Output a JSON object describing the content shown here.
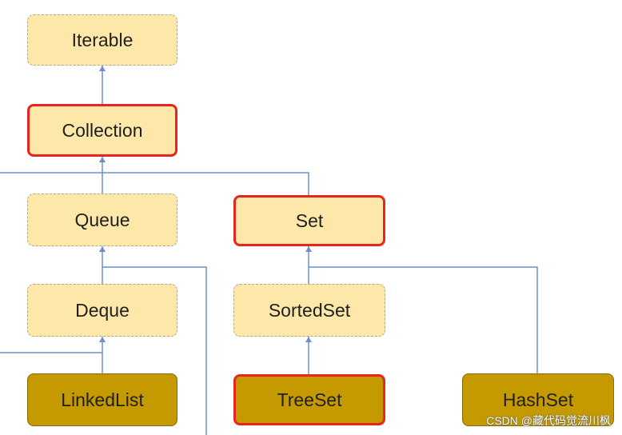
{
  "colors": {
    "interface_fill": "#fde8a9",
    "class_fill": "#c49a00",
    "highlight_border": "#e8241e",
    "connector": "#6f8fc8"
  },
  "nodes": {
    "iterable": {
      "label": "Iterable",
      "kind": "interface",
      "highlighted": false
    },
    "collection": {
      "label": "Collection",
      "kind": "interface",
      "highlighted": true
    },
    "queue": {
      "label": "Queue",
      "kind": "interface",
      "highlighted": false
    },
    "set": {
      "label": "Set",
      "kind": "interface",
      "highlighted": true
    },
    "deque": {
      "label": "Deque",
      "kind": "interface",
      "highlighted": false
    },
    "sortedset": {
      "label": "SortedSet",
      "kind": "interface",
      "highlighted": false
    },
    "linkedlist": {
      "label": "LinkedList",
      "kind": "class",
      "highlighted": false
    },
    "treeset": {
      "label": "TreeSet",
      "kind": "class",
      "highlighted": true
    },
    "hashset": {
      "label": "HashSet",
      "kind": "class",
      "highlighted": false
    }
  },
  "edges": [
    [
      "collection",
      "iterable"
    ],
    [
      "queue",
      "collection"
    ],
    [
      "set",
      "collection"
    ],
    [
      "deque",
      "queue"
    ],
    [
      "sortedset",
      "set"
    ],
    [
      "hashset",
      "set"
    ],
    [
      "linkedlist",
      "deque"
    ],
    [
      "treeset",
      "sortedset"
    ]
  ],
  "watermark": "CSDN @藏代码觉流川枫"
}
